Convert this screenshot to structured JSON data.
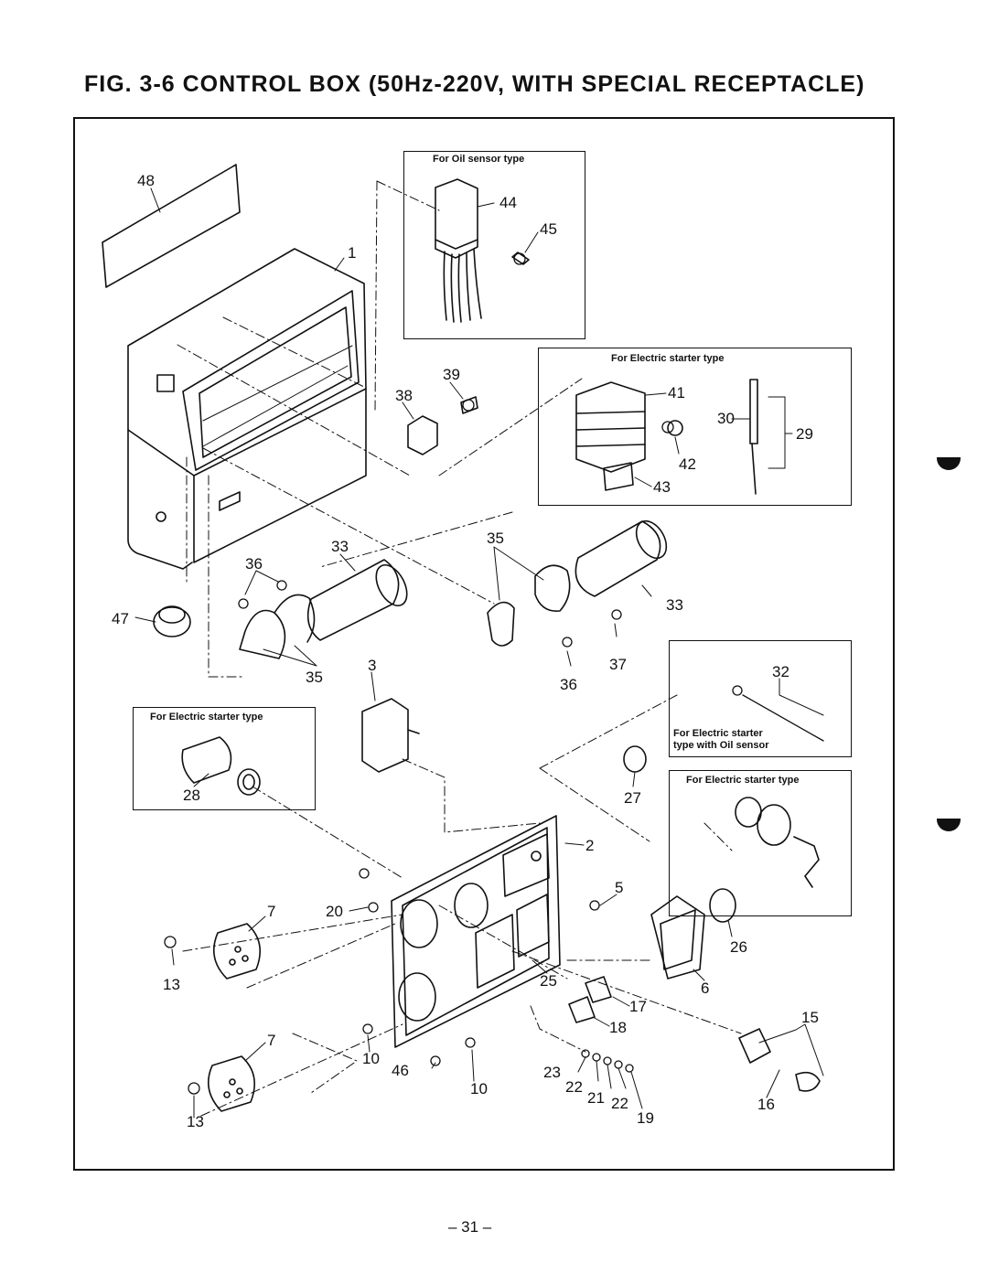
{
  "title": "FIG. 3-6 CONTROL BOX (50Hz-220V, WITH SPECIAL RECEPTACLE)",
  "inset_labels": {
    "oil_sensor": "For Oil sensor type",
    "electric_starter_top": "For Electric starter type",
    "electric_starter_oil_line1": "For Electric starter",
    "electric_starter_oil_line2": "type with Oil sensor",
    "electric_starter_key": "For Electric starter type",
    "electric_starter_left": "For Electric starter type"
  },
  "part_numbers": {
    "p48": "48",
    "p1": "1",
    "p44": "44",
    "p45": "45",
    "p39": "39",
    "p38": "38",
    "p41": "41",
    "p42": "42",
    "p43": "43",
    "p30": "30",
    "p29": "29",
    "p35a": "35",
    "p33a": "33",
    "p33b": "33",
    "p36a": "36",
    "p35b": "35",
    "p47": "47",
    "p37": "37",
    "p36b": "36",
    "p3": "3",
    "p32": "32",
    "p27": "27",
    "p28": "28",
    "p2": "2",
    "p5": "5",
    "p20": "20",
    "p7a": "7",
    "p13a": "13",
    "p26": "26",
    "p6": "6",
    "p25": "25",
    "p17": "17",
    "p18": "18",
    "p15": "15",
    "p7b": "7",
    "p10a": "10",
    "p46": "46",
    "p10b": "10",
    "p23": "23",
    "p22a": "22",
    "p21": "21",
    "p22b": "22",
    "p19": "19",
    "p16": "16",
    "p13b": "13"
  },
  "page_number": "– 31 –"
}
